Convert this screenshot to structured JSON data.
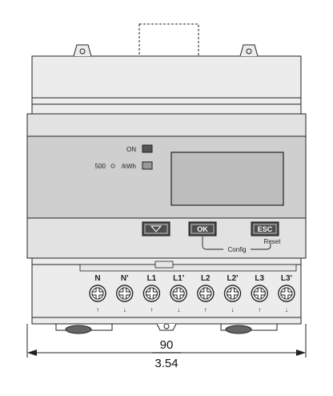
{
  "indicators": [
    {
      "name": "on-led",
      "label": "ON"
    },
    {
      "name": "pulse-led",
      "label_value": "500",
      "label_unit": "/kWh"
    }
  ],
  "buttons": [
    {
      "name": "down-button",
      "icon": "triangle-down-icon",
      "label": ""
    },
    {
      "name": "ok-button",
      "label": "OK"
    },
    {
      "name": "esc-button",
      "label": "ESC"
    }
  ],
  "button_captions": {
    "config": "Config",
    "reset": "Reset"
  },
  "terminals": [
    {
      "label": "N",
      "arrow": "↑"
    },
    {
      "label": "N'",
      "arrow": "↓"
    },
    {
      "label": "L1",
      "arrow": "↑"
    },
    {
      "label": "L1'",
      "arrow": "↓"
    },
    {
      "label": "L2",
      "arrow": "↑"
    },
    {
      "label": "L2'",
      "arrow": "↓"
    },
    {
      "label": "L3",
      "arrow": "↑"
    },
    {
      "label": "L3'",
      "arrow": "↓"
    }
  ],
  "dimension": {
    "mm": "90",
    "inch": "3.54"
  },
  "colors": {
    "body": "#e6e6e6",
    "panel": "#cfcfcf",
    "button": "#4d4d4d",
    "stroke": "#222222"
  }
}
